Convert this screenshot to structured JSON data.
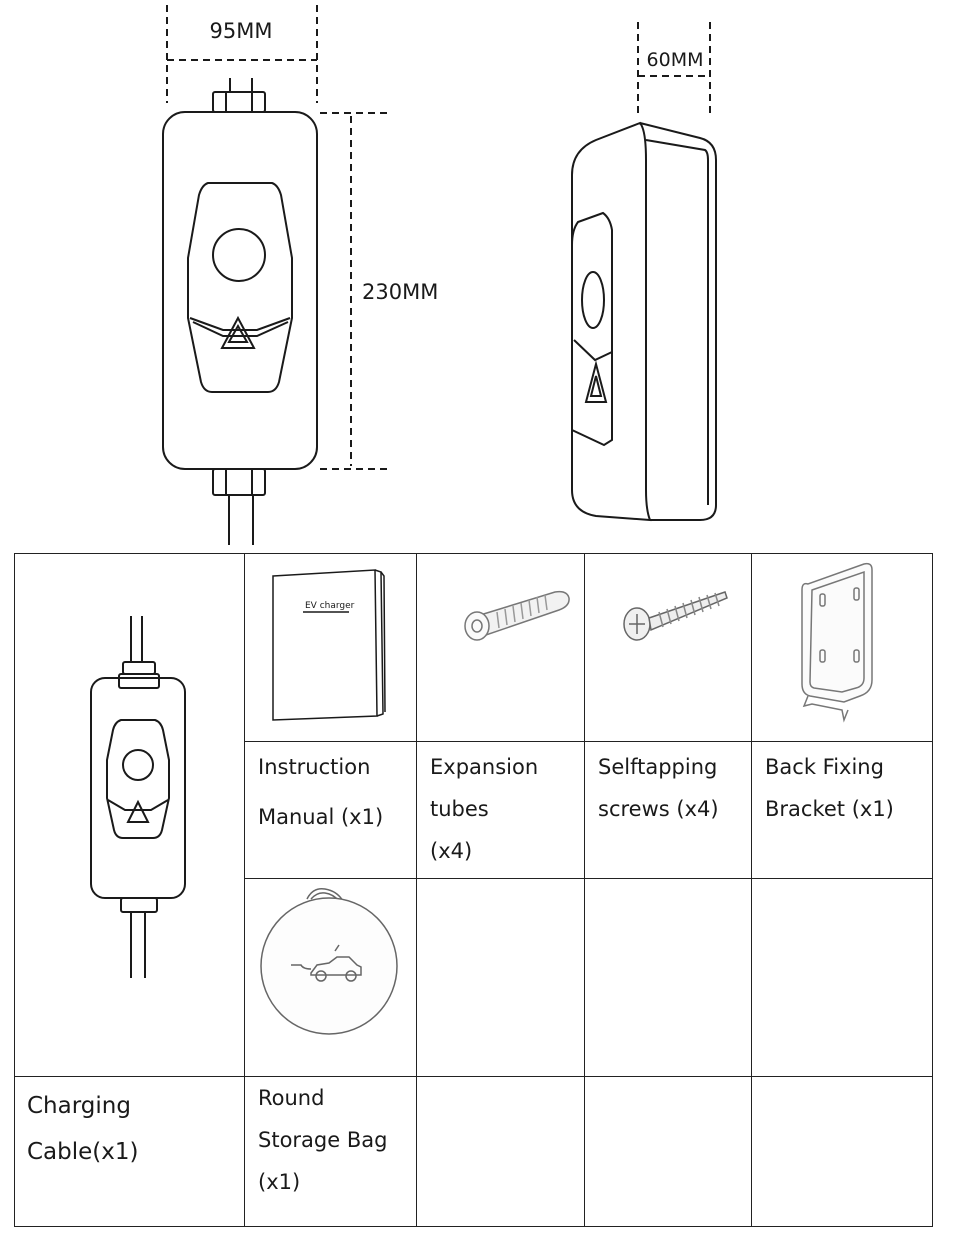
{
  "dimensions": {
    "width_label": "95MM",
    "height_label": "230MM",
    "depth_label": "60MM"
  },
  "items": {
    "charging_cable": {
      "line1": "Charging",
      "line2": "Cable(x1)"
    },
    "instruction_manual": {
      "line1": "Instruction",
      "line2": "Manual (x1)",
      "cover_text": "EV charger"
    },
    "expansion_tubes": {
      "line1": "Expansion",
      "line2": "tubes",
      "line3": "(x4)"
    },
    "selftapping_screws": {
      "line1": "Selftapping",
      "line2": "screws (x4)"
    },
    "back_fixing_bracket": {
      "line1": "Back Fixing",
      "line2": "Bracket (x1)"
    },
    "round_storage_bag": {
      "line1": "Round",
      "line2": "Storage Bag",
      "line3": "(x1)"
    }
  }
}
